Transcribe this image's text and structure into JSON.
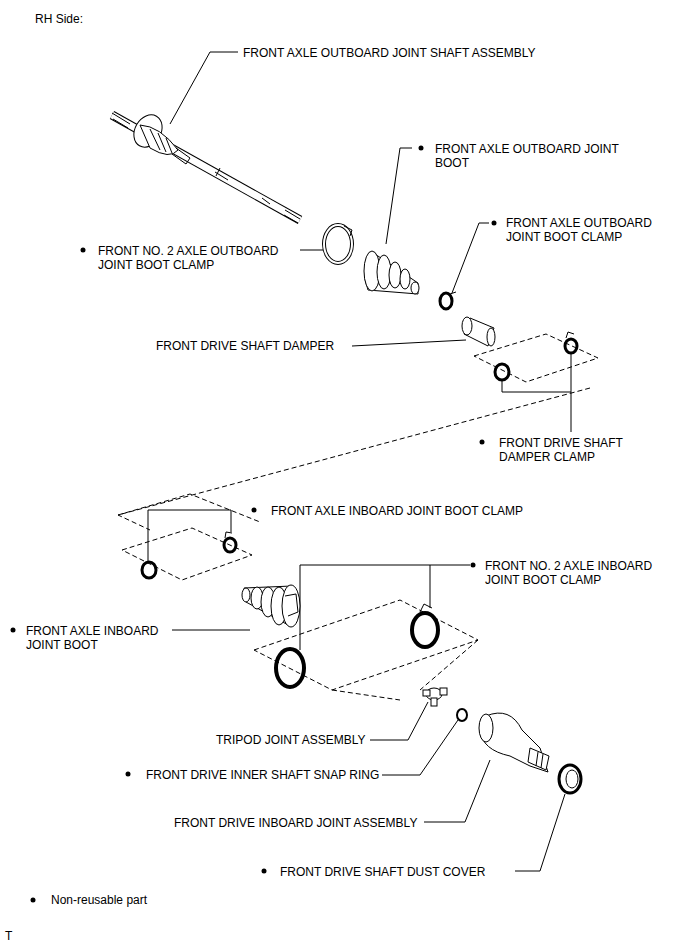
{
  "diagram": {
    "title": "RH Side:",
    "labels": [
      "FRONT AXLE OUTBOARD JOINT SHAFT ASSEMBLY",
      "FRONT AXLE OUTBOARD JOINT BOOT",
      "FRONT AXLE OUTBOARD JOINT BOOT CLAMP",
      "FRONT NO. 2 AXLE OUTBOARD JOINT BOOT CLAMP",
      "FRONT DRIVE SHAFT DAMPER",
      "FRONT DRIVE SHAFT DAMPER CLAMP",
      "FRONT AXLE INBOARD JOINT BOOT CLAMP",
      "FRONT NO. 2 AXLE INBOARD JOINT BOOT CLAMP",
      "FRONT AXLE INBOARD JOINT BOOT",
      "TRIPOD JOINT ASSEMBLY",
      "FRONT DRIVE INNER SHAFT SNAP RING",
      "FRONT DRIVE INBOARD JOINT ASSEMBLY",
      "FRONT DRIVE SHAFT DUST COVER",
      "T"
    ],
    "legend": [
      {
        "text": "Non-reusable part"
      }
    ]
  }
}
